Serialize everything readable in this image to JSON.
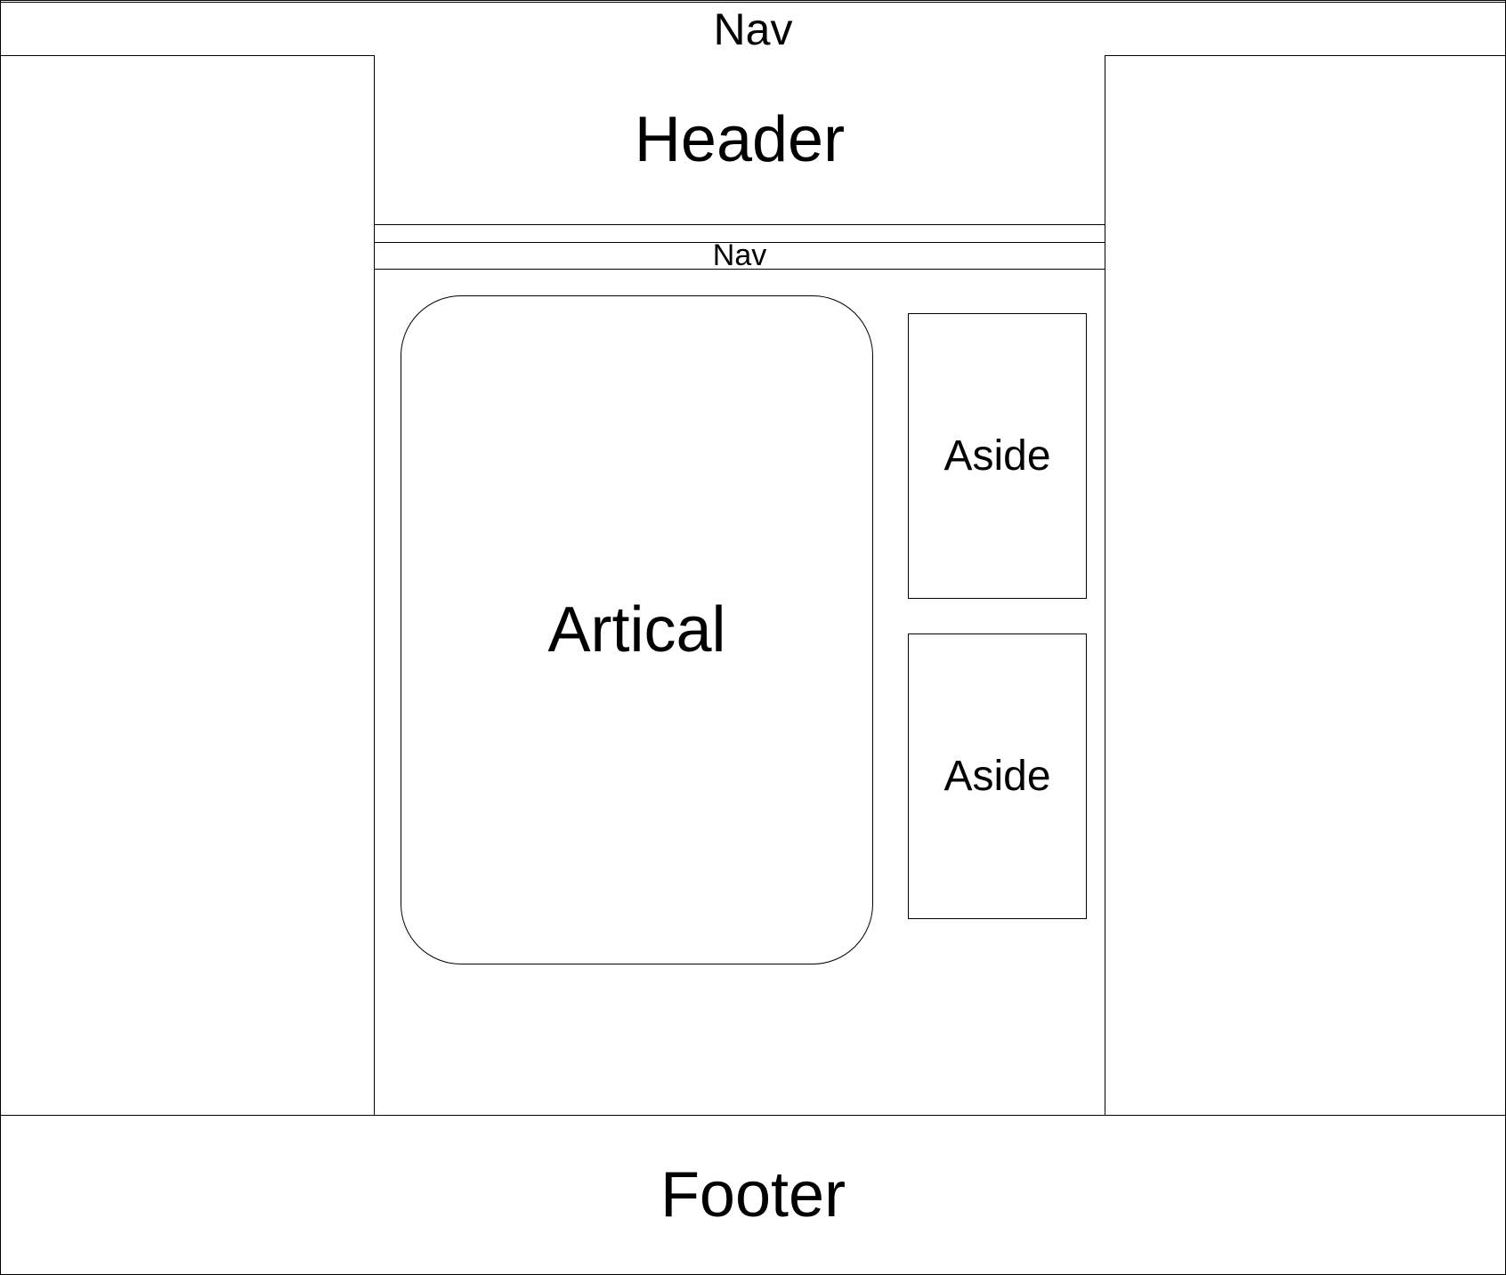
{
  "top_nav": {
    "label": "Nav"
  },
  "header": {
    "label": "Header"
  },
  "inner_nav": {
    "label": "Nav"
  },
  "article": {
    "label": "Artical"
  },
  "asides": [
    {
      "label": "Aside"
    },
    {
      "label": "Aside"
    }
  ],
  "footer": {
    "label": "Footer"
  },
  "colors": {
    "stroke": "#000000",
    "background": "#ffffff"
  }
}
